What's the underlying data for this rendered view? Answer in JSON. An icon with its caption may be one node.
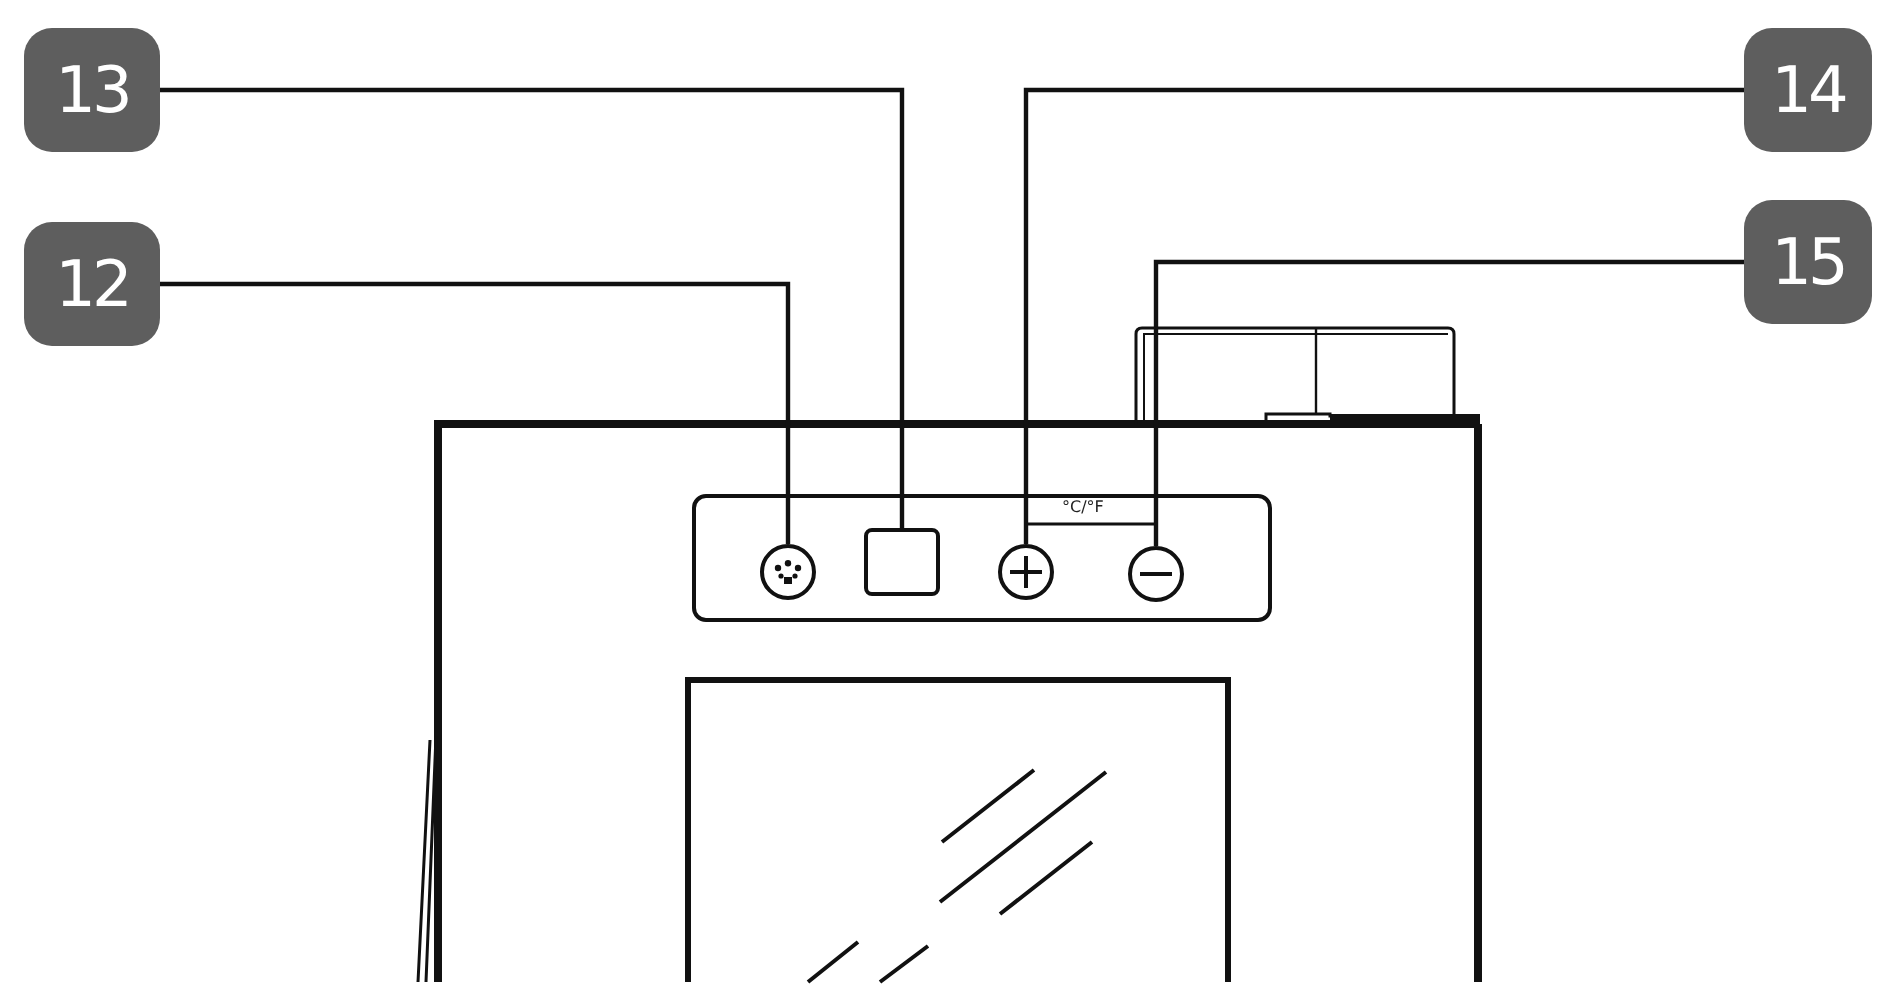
{
  "diagram": {
    "nodes": [
      {
        "text": [
          "13"
        ]
      },
      {
        "text": [
          "14"
        ]
      },
      {
        "text": [
          "12"
        ]
      },
      {
        "text": [
          "15"
        ]
      },
      {
        "text": [],
        "shape": "circle"
      },
      {
        "text": [],
        "shape": "box"
      },
      {
        "text": [],
        "shape": "circle"
      },
      {
        "text": [],
        "shape": "circle"
      }
    ],
    "edges": [
      {
        "from": 0,
        "to": 5,
        "arrow": "none"
      },
      {
        "from": 1,
        "to": 6,
        "arrow": "none"
      },
      {
        "from": 2,
        "to": 4,
        "arrow": "none"
      },
      {
        "from": 3,
        "to": 7,
        "arrow": "none"
      }
    ],
    "labels": [
      "°C/°F"
    ]
  }
}
